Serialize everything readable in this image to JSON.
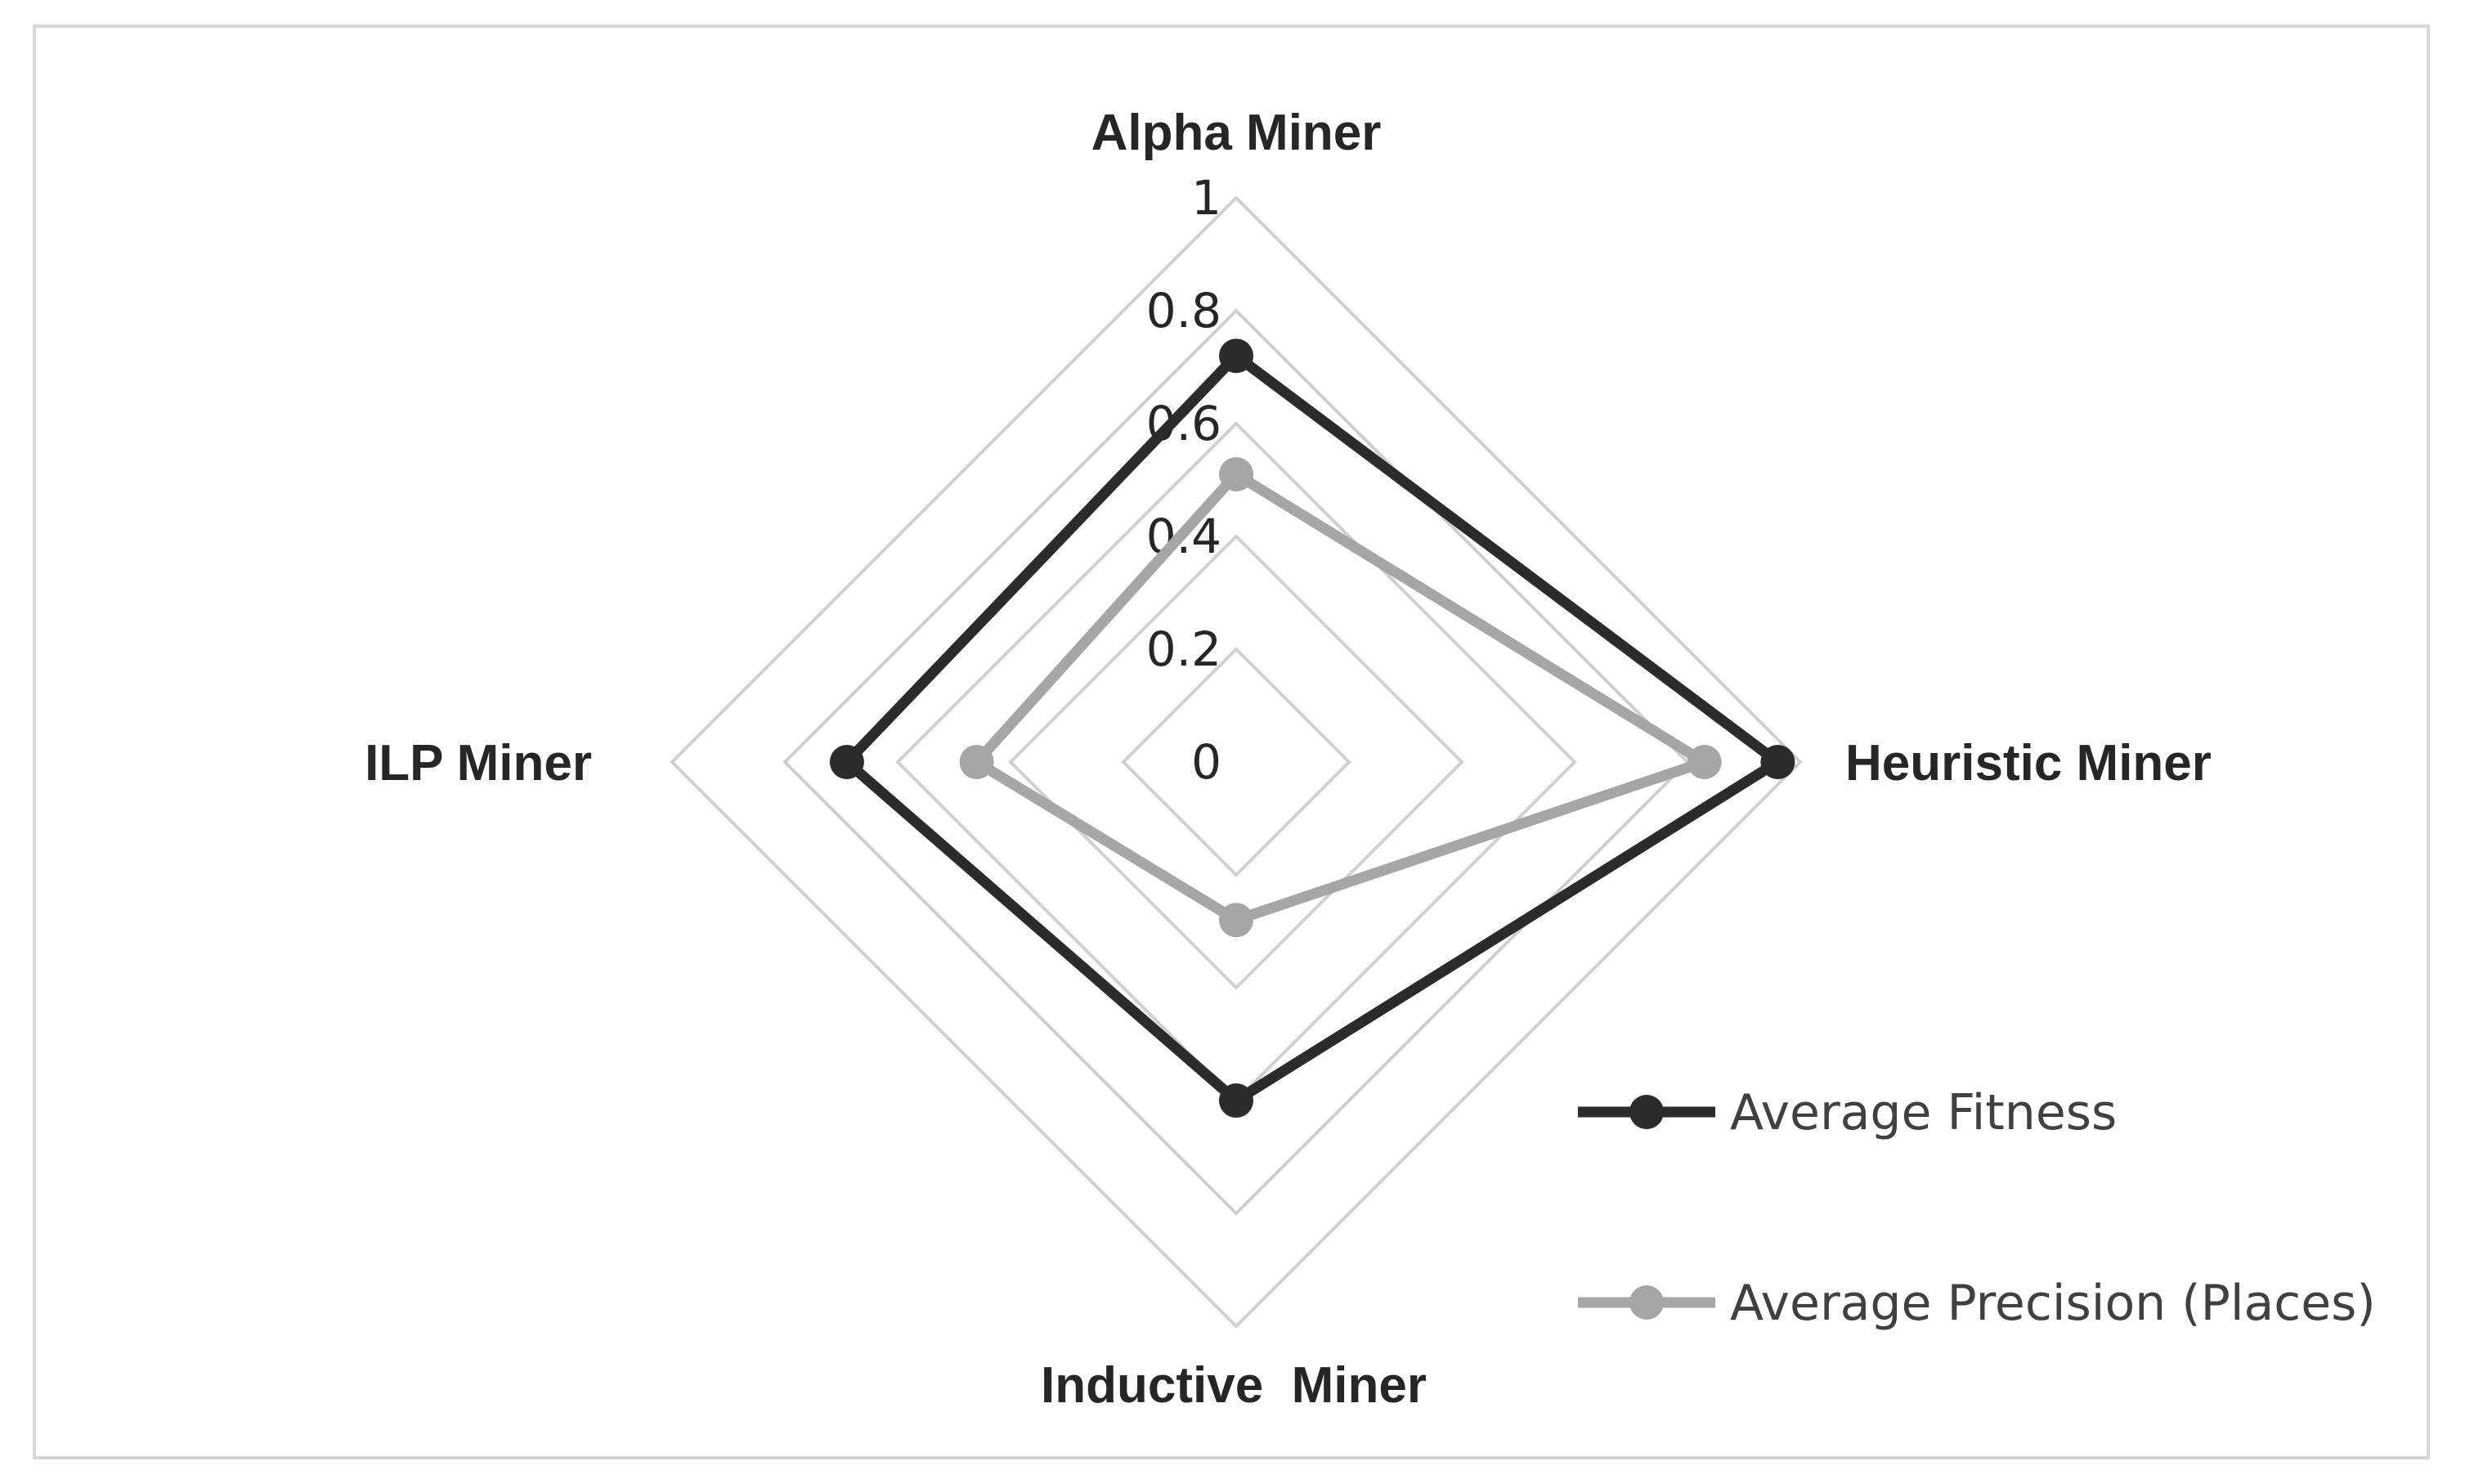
{
  "chart_data": {
    "type": "radar",
    "axes": [
      "Alpha Miner",
      "Heuristic Miner",
      "Inductive  Miner",
      "ILP Miner"
    ],
    "rlim": [
      0,
      1
    ],
    "ticks": [
      "0",
      "0.2",
      "0.4",
      "0.6",
      "0.8",
      "1"
    ],
    "grid": true,
    "legend_position": "bottom-right",
    "series": [
      {
        "name": "Average Fitness",
        "values": [
          0.72,
          0.96,
          0.6,
          0.69
        ],
        "color": "#2b2b2b"
      },
      {
        "name": "Average Precision (Places)",
        "values": [
          0.51,
          0.83,
          0.28,
          0.46
        ],
        "color": "#a6a6a6"
      }
    ]
  },
  "colors": {
    "grid": "#d0d0d0",
    "frame": "#d6d6d6",
    "text": "#262626"
  }
}
